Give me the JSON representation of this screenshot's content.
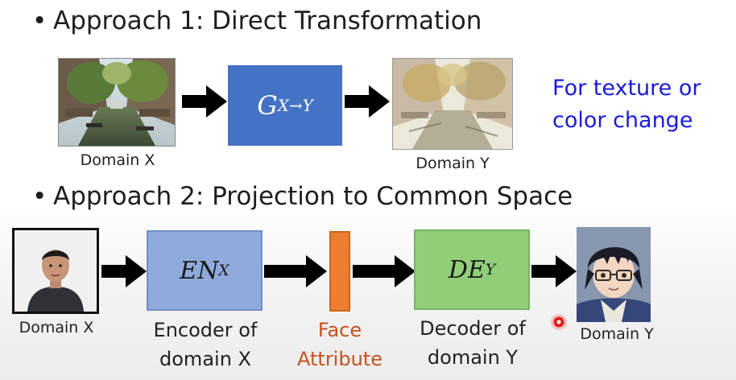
{
  "approach1": {
    "title": "Approach 1: Direct Transformation",
    "generator_label": "G",
    "generator_sub": "X→Y",
    "domain_x_caption": "Domain X",
    "domain_y_caption": "Domain Y",
    "note_line1": "For texture or",
    "note_line2": "color change"
  },
  "approach2": {
    "title": "Approach 2: Projection to Common Space",
    "domain_x_caption": "Domain X",
    "domain_y_caption": "Domain Y",
    "encoder_label": "EN",
    "encoder_sub": "X",
    "decoder_label": "DE",
    "decoder_sub": "Y",
    "encoder_caption_line1": "Encoder of",
    "encoder_caption_line2": "domain X",
    "face_caption_line1": "Face",
    "face_caption_line2": "Attribute",
    "decoder_caption_line1": "Decoder of",
    "decoder_caption_line2": "domain Y"
  },
  "bullet": "•",
  "colors": {
    "generator_box": "#4472c4",
    "encoder_box": "#8faadc",
    "decoder_box": "#90cf78",
    "face_attribute_bar": "#ed7d31",
    "note_text": "#1a1adc",
    "face_text": "#c8501e"
  }
}
